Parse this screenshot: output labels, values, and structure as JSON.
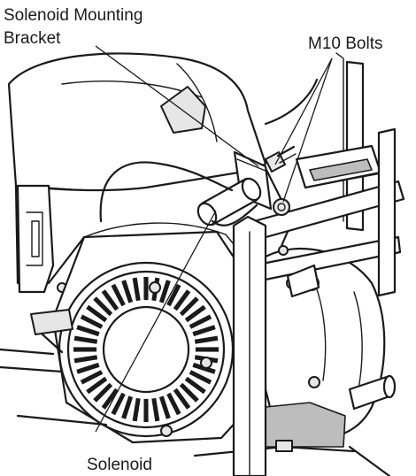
{
  "labels": {
    "bracket_line1": "Solenoid Mounting",
    "bracket_line2": "Bracket",
    "bolts": "M10 Bolts",
    "solenoid": "Solenoid"
  }
}
